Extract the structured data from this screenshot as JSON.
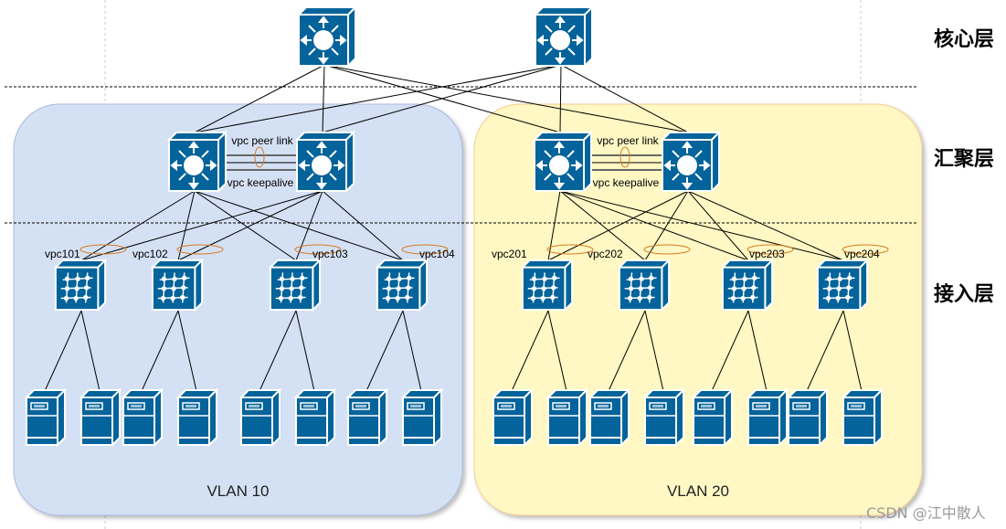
{
  "layers": {
    "core": "核心层",
    "aggregation": "汇聚层",
    "access": "接入层"
  },
  "groups": [
    {
      "vlan": "VLAN 10",
      "fill": "#d4e1f5",
      "stroke": "#aabbdf",
      "peer_link": "vpc peer link",
      "keepalive": "vpc keepalive",
      "access": [
        "vpc101",
        "vpc102",
        "vpc103",
        "vpc104"
      ]
    },
    {
      "vlan": "VLAN 20",
      "fill": "#fff8c4",
      "stroke": "#f5cc8e",
      "peer_link": "vpc peer link",
      "keepalive": "vpc keepalive",
      "access": [
        "vpc201",
        "vpc202",
        "vpc203",
        "vpc204"
      ]
    }
  ],
  "colors": {
    "device": "#03639a",
    "vpc_ring": "#d97a1f"
  },
  "watermark": "CSDN @江中散人"
}
